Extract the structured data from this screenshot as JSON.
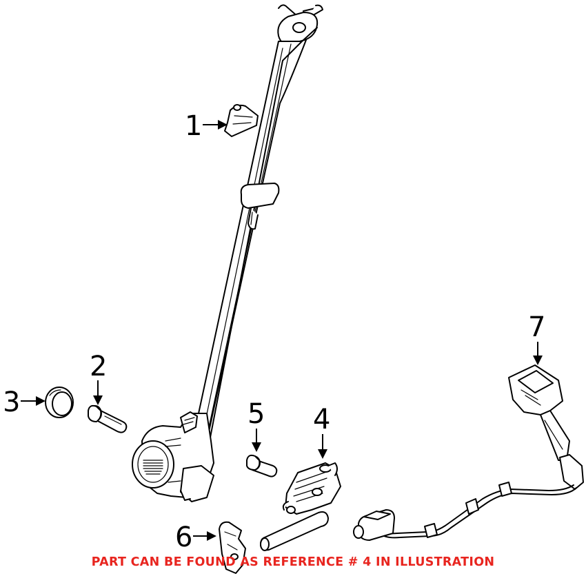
{
  "diagram": {
    "callouts": [
      {
        "id": "1",
        "label": "1"
      },
      {
        "id": "2",
        "label": "2"
      },
      {
        "id": "3",
        "label": "3"
      },
      {
        "id": "4",
        "label": "4"
      },
      {
        "id": "5",
        "label": "5"
      },
      {
        "id": "6",
        "label": "6"
      },
      {
        "id": "7",
        "label": "7"
      }
    ],
    "notice": "PART CAN BE FOUND AS REFERENCE # 4 IN ILLUSTRATION",
    "colors": {
      "line": "#000000",
      "notice": "#e8251f",
      "background": "#ffffff"
    }
  }
}
